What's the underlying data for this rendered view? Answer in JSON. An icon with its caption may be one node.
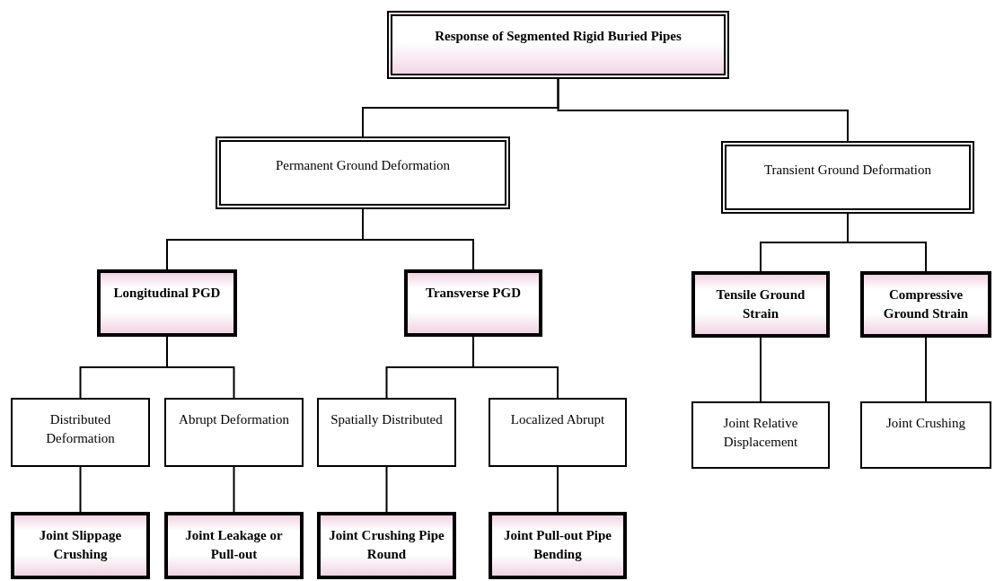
{
  "diagram": {
    "nodes": [
      {
        "text": [
          "Response of Segmented Rigid Buried Pipes"
        ]
      },
      {
        "text": [
          "Permanent Ground Deformation"
        ]
      },
      {
        "text": [
          "Transient Ground Deformation"
        ]
      },
      {
        "text": [
          "Longitudinal PGD"
        ]
      },
      {
        "text": [
          "Transverse PGD"
        ]
      },
      {
        "text": [
          "Tensile Ground Strain"
        ]
      },
      {
        "text": [
          "Compressive Ground Strain"
        ]
      },
      {
        "text": [
          "Distributed Deformation"
        ]
      },
      {
        "text": [
          "Abrupt Deformation"
        ]
      },
      {
        "text": [
          "Spatially Distributed"
        ]
      },
      {
        "text": [
          "Localized Abrupt"
        ]
      },
      {
        "text": [
          "Joint Relative Displacement"
        ]
      },
      {
        "text": [
          "Joint Crushing"
        ]
      },
      {
        "text": [
          "Joint Slippage Crushing"
        ]
      },
      {
        "text": [
          "Joint Leakage or Pull-out"
        ]
      },
      {
        "text": [
          "Joint Crushing Pipe Round"
        ]
      },
      {
        "text": [
          "Joint Pull-out Pipe Bending"
        ]
      }
    ],
    "edges": [
      {
        "from": 0,
        "to": 1,
        "arrow": "none"
      },
      {
        "from": 0,
        "to": 2,
        "arrow": "none"
      },
      {
        "from": 1,
        "to": 3,
        "arrow": "none"
      },
      {
        "from": 1,
        "to": 4,
        "arrow": "none"
      },
      {
        "from": 2,
        "to": 5,
        "arrow": "none"
      },
      {
        "from": 2,
        "to": 6,
        "arrow": "none"
      },
      {
        "from": 3,
        "to": 7,
        "arrow": "none"
      },
      {
        "from": 3,
        "to": 8,
        "arrow": "none"
      },
      {
        "from": 4,
        "to": 9,
        "arrow": "none"
      },
      {
        "from": 4,
        "to": 10,
        "arrow": "none"
      },
      {
        "from": 5,
        "to": 11,
        "arrow": "none"
      },
      {
        "from": 6,
        "to": 12,
        "arrow": "none"
      },
      {
        "from": 7,
        "to": 13,
        "arrow": "none"
      },
      {
        "from": 8,
        "to": 14,
        "arrow": "none"
      },
      {
        "from": 9,
        "to": 15,
        "arrow": "none"
      },
      {
        "from": 10,
        "to": 16,
        "arrow": "none"
      }
    ]
  }
}
